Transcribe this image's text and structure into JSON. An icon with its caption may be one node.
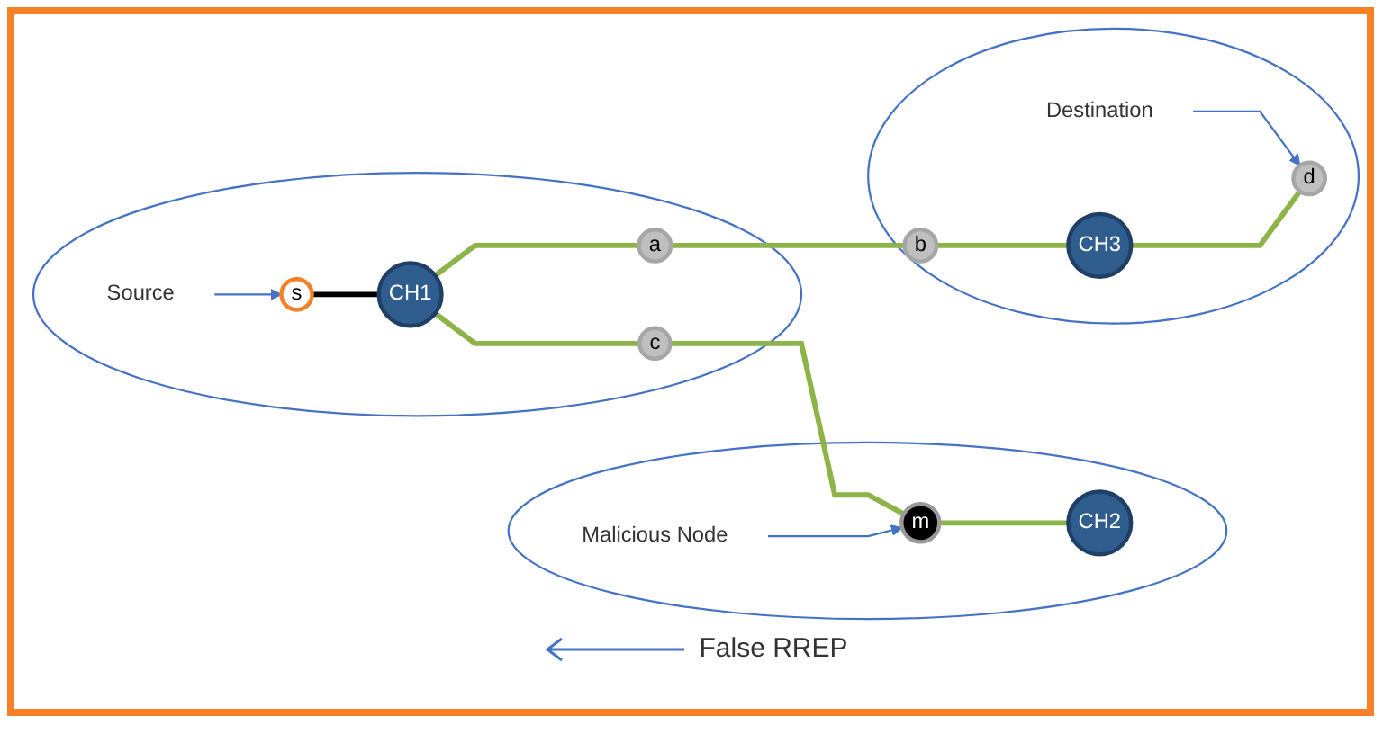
{
  "diagram": {
    "nodes": [
      {
        "text": [],
        "shape": "circle"
      },
      {
        "text": [
          "Source"
        ],
        "in": 0
      },
      {
        "text": [
          "s"
        ],
        "in": 0
      },
      {
        "text": [
          "c"
        ],
        "in": 0
      },
      {
        "text": [
          "CH1"
        ],
        "in": 0
      },
      {
        "text": [
          "a"
        ],
        "in": 0
      },
      {
        "text": [],
        "shape": "circle"
      },
      {
        "text": [
          "Malicious Node"
        ],
        "in": 6
      },
      {
        "text": [
          "m"
        ],
        "in": 6
      },
      {
        "text": [
          "CH2"
        ],
        "in": 6
      },
      {
        "text": [],
        "shape": "circle"
      },
      {
        "text": [
          "b"
        ],
        "in": 10
      },
      {
        "text": [
          "Destination"
        ],
        "in": 10
      },
      {
        "text": [
          "CH3"
        ],
        "in": 10
      },
      {
        "text": [
          "d"
        ],
        "in": 10
      }
    ],
    "edges": [
      {
        "from": 1,
        "to": 2,
        "arrow": "to",
        "color": "#4472c4"
      },
      {
        "from": 2,
        "to": 4,
        "arrow": "none",
        "color": "#000000"
      },
      {
        "from": 4,
        "to": 3,
        "arrow": "none"
      },
      {
        "from": 4,
        "to": 5,
        "arrow": "none"
      },
      {
        "from": 3,
        "to": 8,
        "arrow": "none"
      },
      {
        "from": 7,
        "to": 8,
        "arrow": "to",
        "color": "#4472c4"
      },
      {
        "from": 8,
        "to": 9,
        "arrow": "none"
      },
      {
        "from": 5,
        "to": 11,
        "arrow": "none"
      },
      {
        "from": 11,
        "to": 13,
        "arrow": "none"
      },
      {
        "from": 12,
        "to": 14,
        "arrow": "to",
        "color": "#4472c4"
      },
      {
        "from": 13,
        "to": 14,
        "arrow": "none"
      }
    ],
    "labels": [
      "False RREP"
    ]
  }
}
